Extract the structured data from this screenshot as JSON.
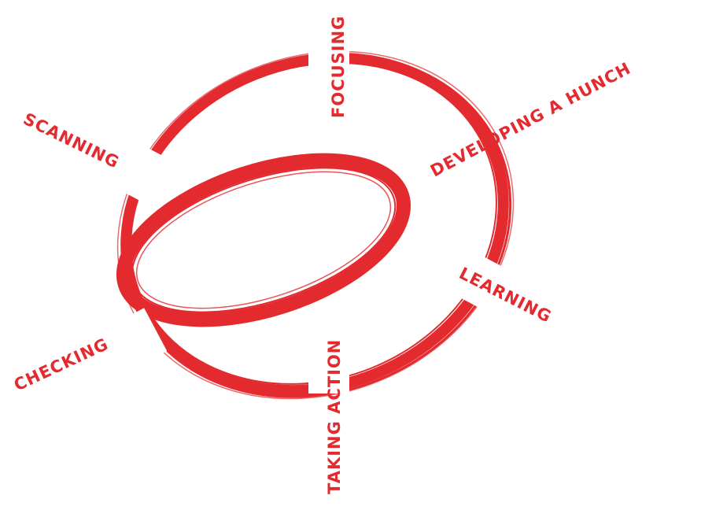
{
  "diagram": {
    "accent_color": "#e32b2f",
    "background_color": "#ffffff",
    "stages": [
      {
        "id": "focusing",
        "label": "FOCUSING"
      },
      {
        "id": "developing-a-hunch",
        "label": "DEVELOPING A HUNCH"
      },
      {
        "id": "learning",
        "label": "LEARNING"
      },
      {
        "id": "taking-action",
        "label": "TAKING ACTION"
      },
      {
        "id": "checking",
        "label": "CHECKING"
      },
      {
        "id": "scanning",
        "label": "SCANNING"
      }
    ]
  }
}
